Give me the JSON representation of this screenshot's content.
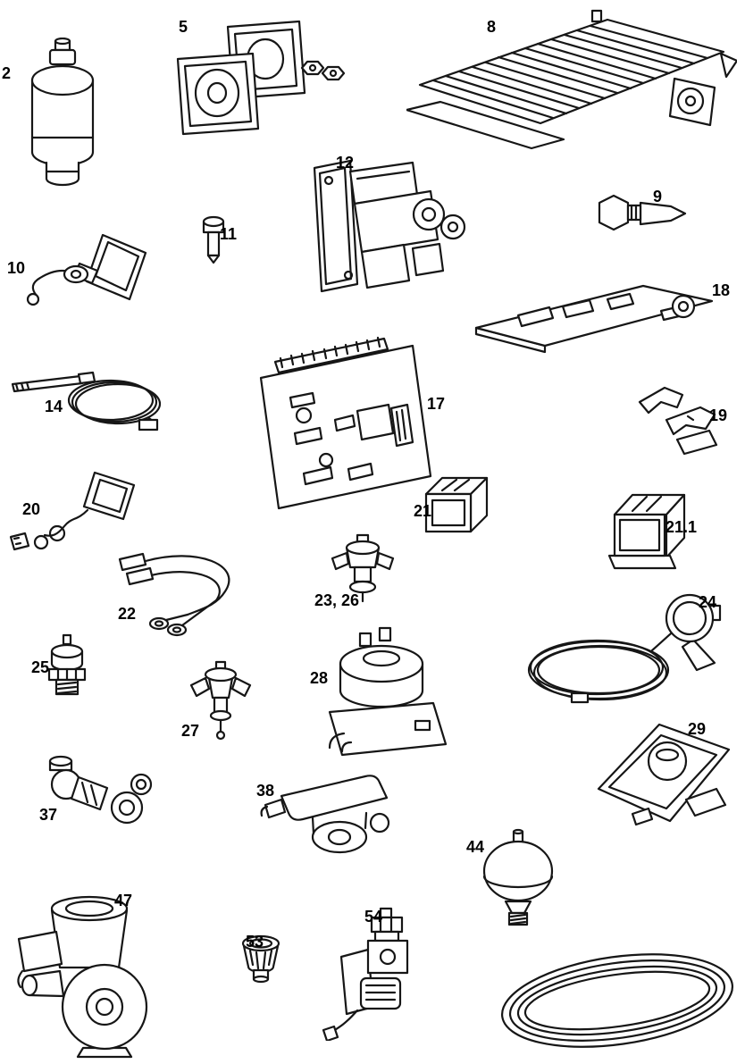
{
  "page": {
    "background": "#ffffff",
    "ink": "#161616"
  },
  "diagram": {
    "type": "spare-parts-diagram",
    "description": "Exploded spare parts catalog sheet with numbered line-art components",
    "parts": [
      {
        "label": "2",
        "name": "expansion-bottle"
      },
      {
        "label": "5",
        "name": "sight-glass-plates"
      },
      {
        "label": "8",
        "name": "heat-exchanger-with-motor"
      },
      {
        "label": "12",
        "name": "gas-valve-assembly"
      },
      {
        "label": "9",
        "name": "sensor-plug"
      },
      {
        "label": "11",
        "name": "bolt"
      },
      {
        "label": "10",
        "name": "ignition-electrode"
      },
      {
        "label": "18",
        "name": "small-circuit-board"
      },
      {
        "label": "14",
        "name": "capillary-thermostat"
      },
      {
        "label": "17",
        "name": "main-control-board"
      },
      {
        "label": "19",
        "name": "mounting-clips"
      },
      {
        "label": "20",
        "name": "sensor-with-cable"
      },
      {
        "label": "21",
        "name": "relay-block"
      },
      {
        "label": "21.1",
        "name": "relay-block-variant"
      },
      {
        "label": "22",
        "name": "cable-harness"
      },
      {
        "label": "23, 26",
        "name": "clip-on-thermostat"
      },
      {
        "label": "24",
        "name": "sensor-with-capillary-coil"
      },
      {
        "label": "25",
        "name": "temperature-probe"
      },
      {
        "label": "28",
        "name": "pressure-switch"
      },
      {
        "label": "27",
        "name": "clip-thermostat"
      },
      {
        "label": "29",
        "name": "air-chamber-cover"
      },
      {
        "label": "37",
        "name": "valve-fitting"
      },
      {
        "label": "38",
        "name": "hydraulic-block"
      },
      {
        "label": "44",
        "name": "small-expansion-vessel"
      },
      {
        "label": "47",
        "name": "circulation-pump"
      },
      {
        "label": "53",
        "name": "grommet"
      },
      {
        "label": "54",
        "name": "solenoid-valve"
      },
      {
        "label": "",
        "name": "gasket-ring"
      }
    ]
  }
}
